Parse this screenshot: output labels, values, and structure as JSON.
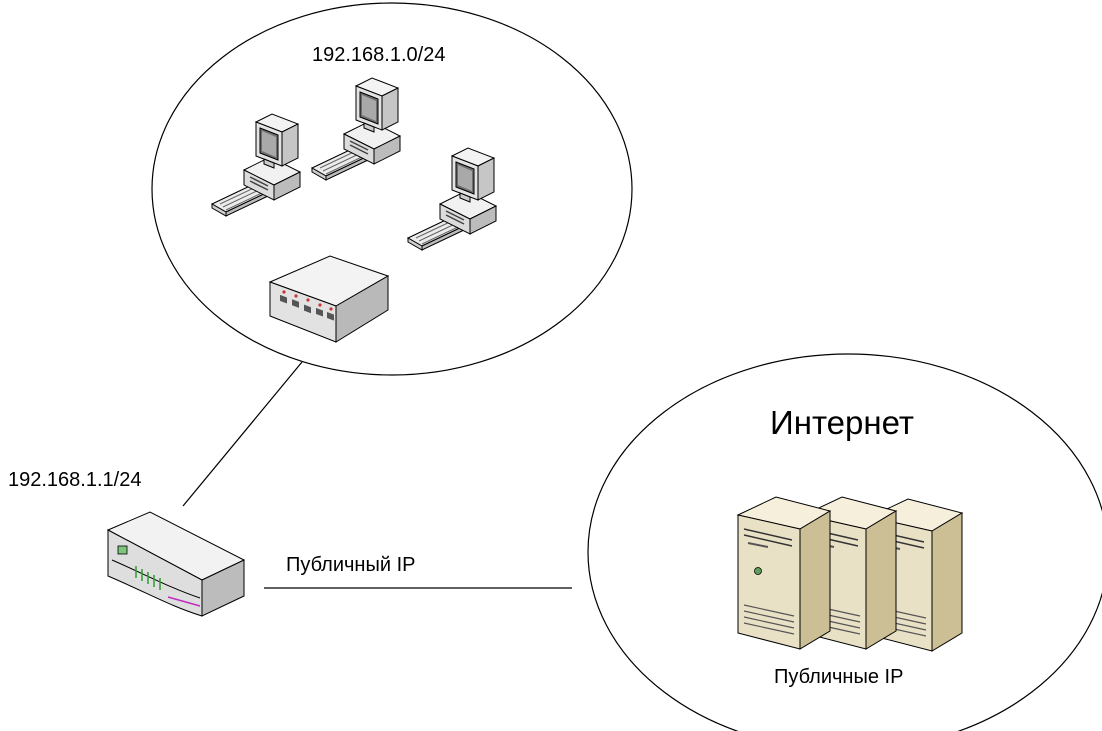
{
  "lan": {
    "subnet_label": "192.168.1.0/24",
    "computer_count": 3
  },
  "router": {
    "ip_label": "192.168.1.1/24"
  },
  "wan_link": {
    "label": "Публичный IP"
  },
  "internet": {
    "title": "Интернет",
    "servers_label": "Публичные IP",
    "server_count": 3
  },
  "icons": {
    "computer": "desktop-computer-icon",
    "switch": "network-switch-icon",
    "router": "router-modem-icon",
    "server": "tower-server-icon"
  },
  "colors": {
    "stroke": "#000000",
    "background": "#ffffff",
    "device_body": "#e8e8e8",
    "server_body": "#e9e1c6",
    "router_led": "#2f9e2f",
    "router_accent": "#c02cc0"
  }
}
